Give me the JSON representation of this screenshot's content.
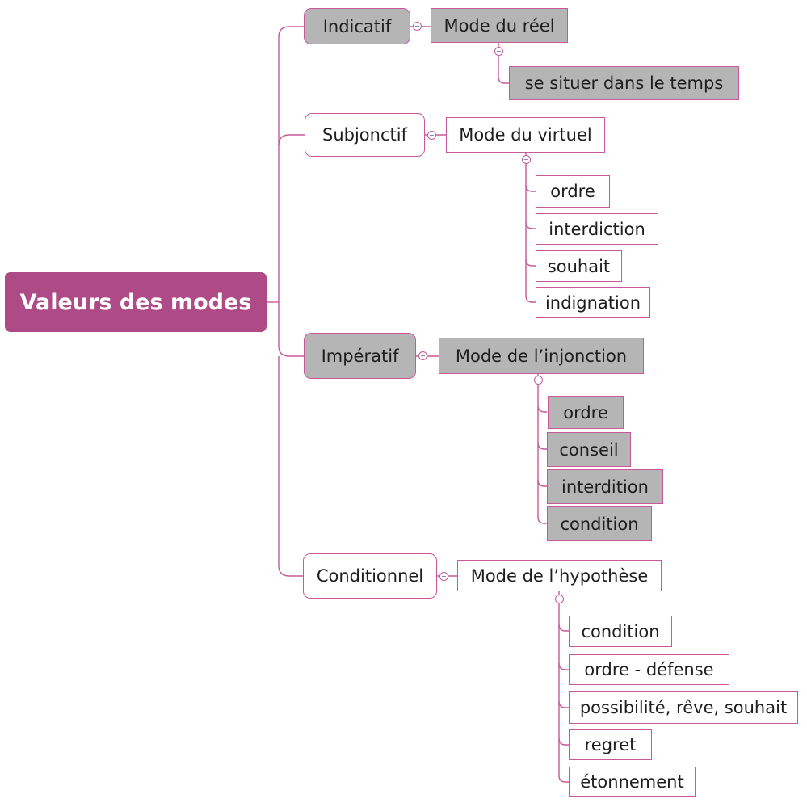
{
  "colors": {
    "root_fill": "#ae4a86",
    "connector": "#c8579b",
    "grey_fill": "#b5b5b5",
    "white_fill": "#ffffff",
    "text": "#1e1e1e"
  },
  "mindmap": {
    "root": {
      "label": "Valeurs des modes",
      "icon": null
    },
    "branches": [
      {
        "mode": "Indicatif",
        "style": "grey",
        "meaning": "Mode du réel",
        "collapse_icon": "minus-circle-icon",
        "values": [
          "se situer dans le temps"
        ]
      },
      {
        "mode": "Subjonctif",
        "style": "white",
        "meaning": "Mode du virtuel",
        "collapse_icon": "minus-circle-icon",
        "values": [
          "ordre",
          "interdiction",
          "souhait",
          "indignation"
        ]
      },
      {
        "mode": "Impératif",
        "style": "grey",
        "meaning": "Mode de l’injonction",
        "collapse_icon": "minus-circle-icon",
        "values": [
          "ordre",
          "conseil",
          "interdition",
          "condition"
        ]
      },
      {
        "mode": "Conditionnel",
        "style": "white",
        "meaning": "Mode de l’hypothèse",
        "collapse_icon": "minus-circle-icon",
        "values": [
          "condition",
          "ordre - défense",
          "possibilité, rêve, souhait",
          "regret",
          "étonnement"
        ]
      }
    ]
  }
}
